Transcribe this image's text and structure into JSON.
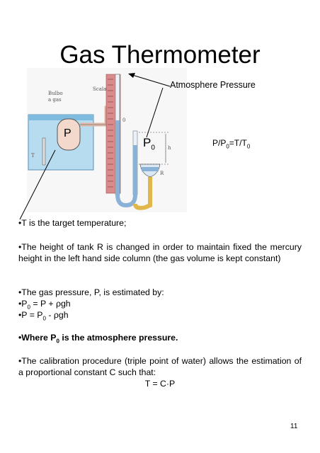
{
  "title": "Gas Thermometer",
  "figure": {
    "annotation_atmosphere": "Atmosphere Pressure",
    "equation_ratio": {
      "p": "P/P",
      "sub": "0",
      "rest": "=T/T",
      "sub2": "0"
    },
    "label_p": "P",
    "label_p0": "P",
    "label_p0_sub": "0",
    "label_bulbo": "Bulbo",
    "label_agas": "a gas",
    "label_scala": "Scala",
    "label_zero": "0",
    "label_h": "h",
    "label_r": "R",
    "label_t": "T"
  },
  "text": {
    "p1": "•T is the target temperature;",
    "p2": "•The height of tank R is changed in order to maintain fixed the mercury height in the left hand side column (the gas volume is kept constant)",
    "p3": "•The gas pressure, P, is estimated by:",
    "eq1": {
      "a": "•P",
      "sub": "0",
      "b": " = P + ρgh"
    },
    "eq2": {
      "a": "•P = P",
      "sub": "0",
      "b": " - ρgh"
    },
    "p4": {
      "a": "•Where P",
      "sub": "0",
      "b": " is the atmosphere pressure."
    },
    "p5": "•The calibration procedure (triple point of water) allows the estimation of a proportional constant C such that:",
    "p6": "T = C·P"
  },
  "page_number": "11",
  "colors": {
    "water": "#9fd0ea",
    "water_dark": "#6fb1d6",
    "scale_red": "#d98a8a",
    "tube_blue": "#8ab2d6",
    "tube_yellow": "#e8c35a",
    "bulb": "#f4dccf"
  }
}
